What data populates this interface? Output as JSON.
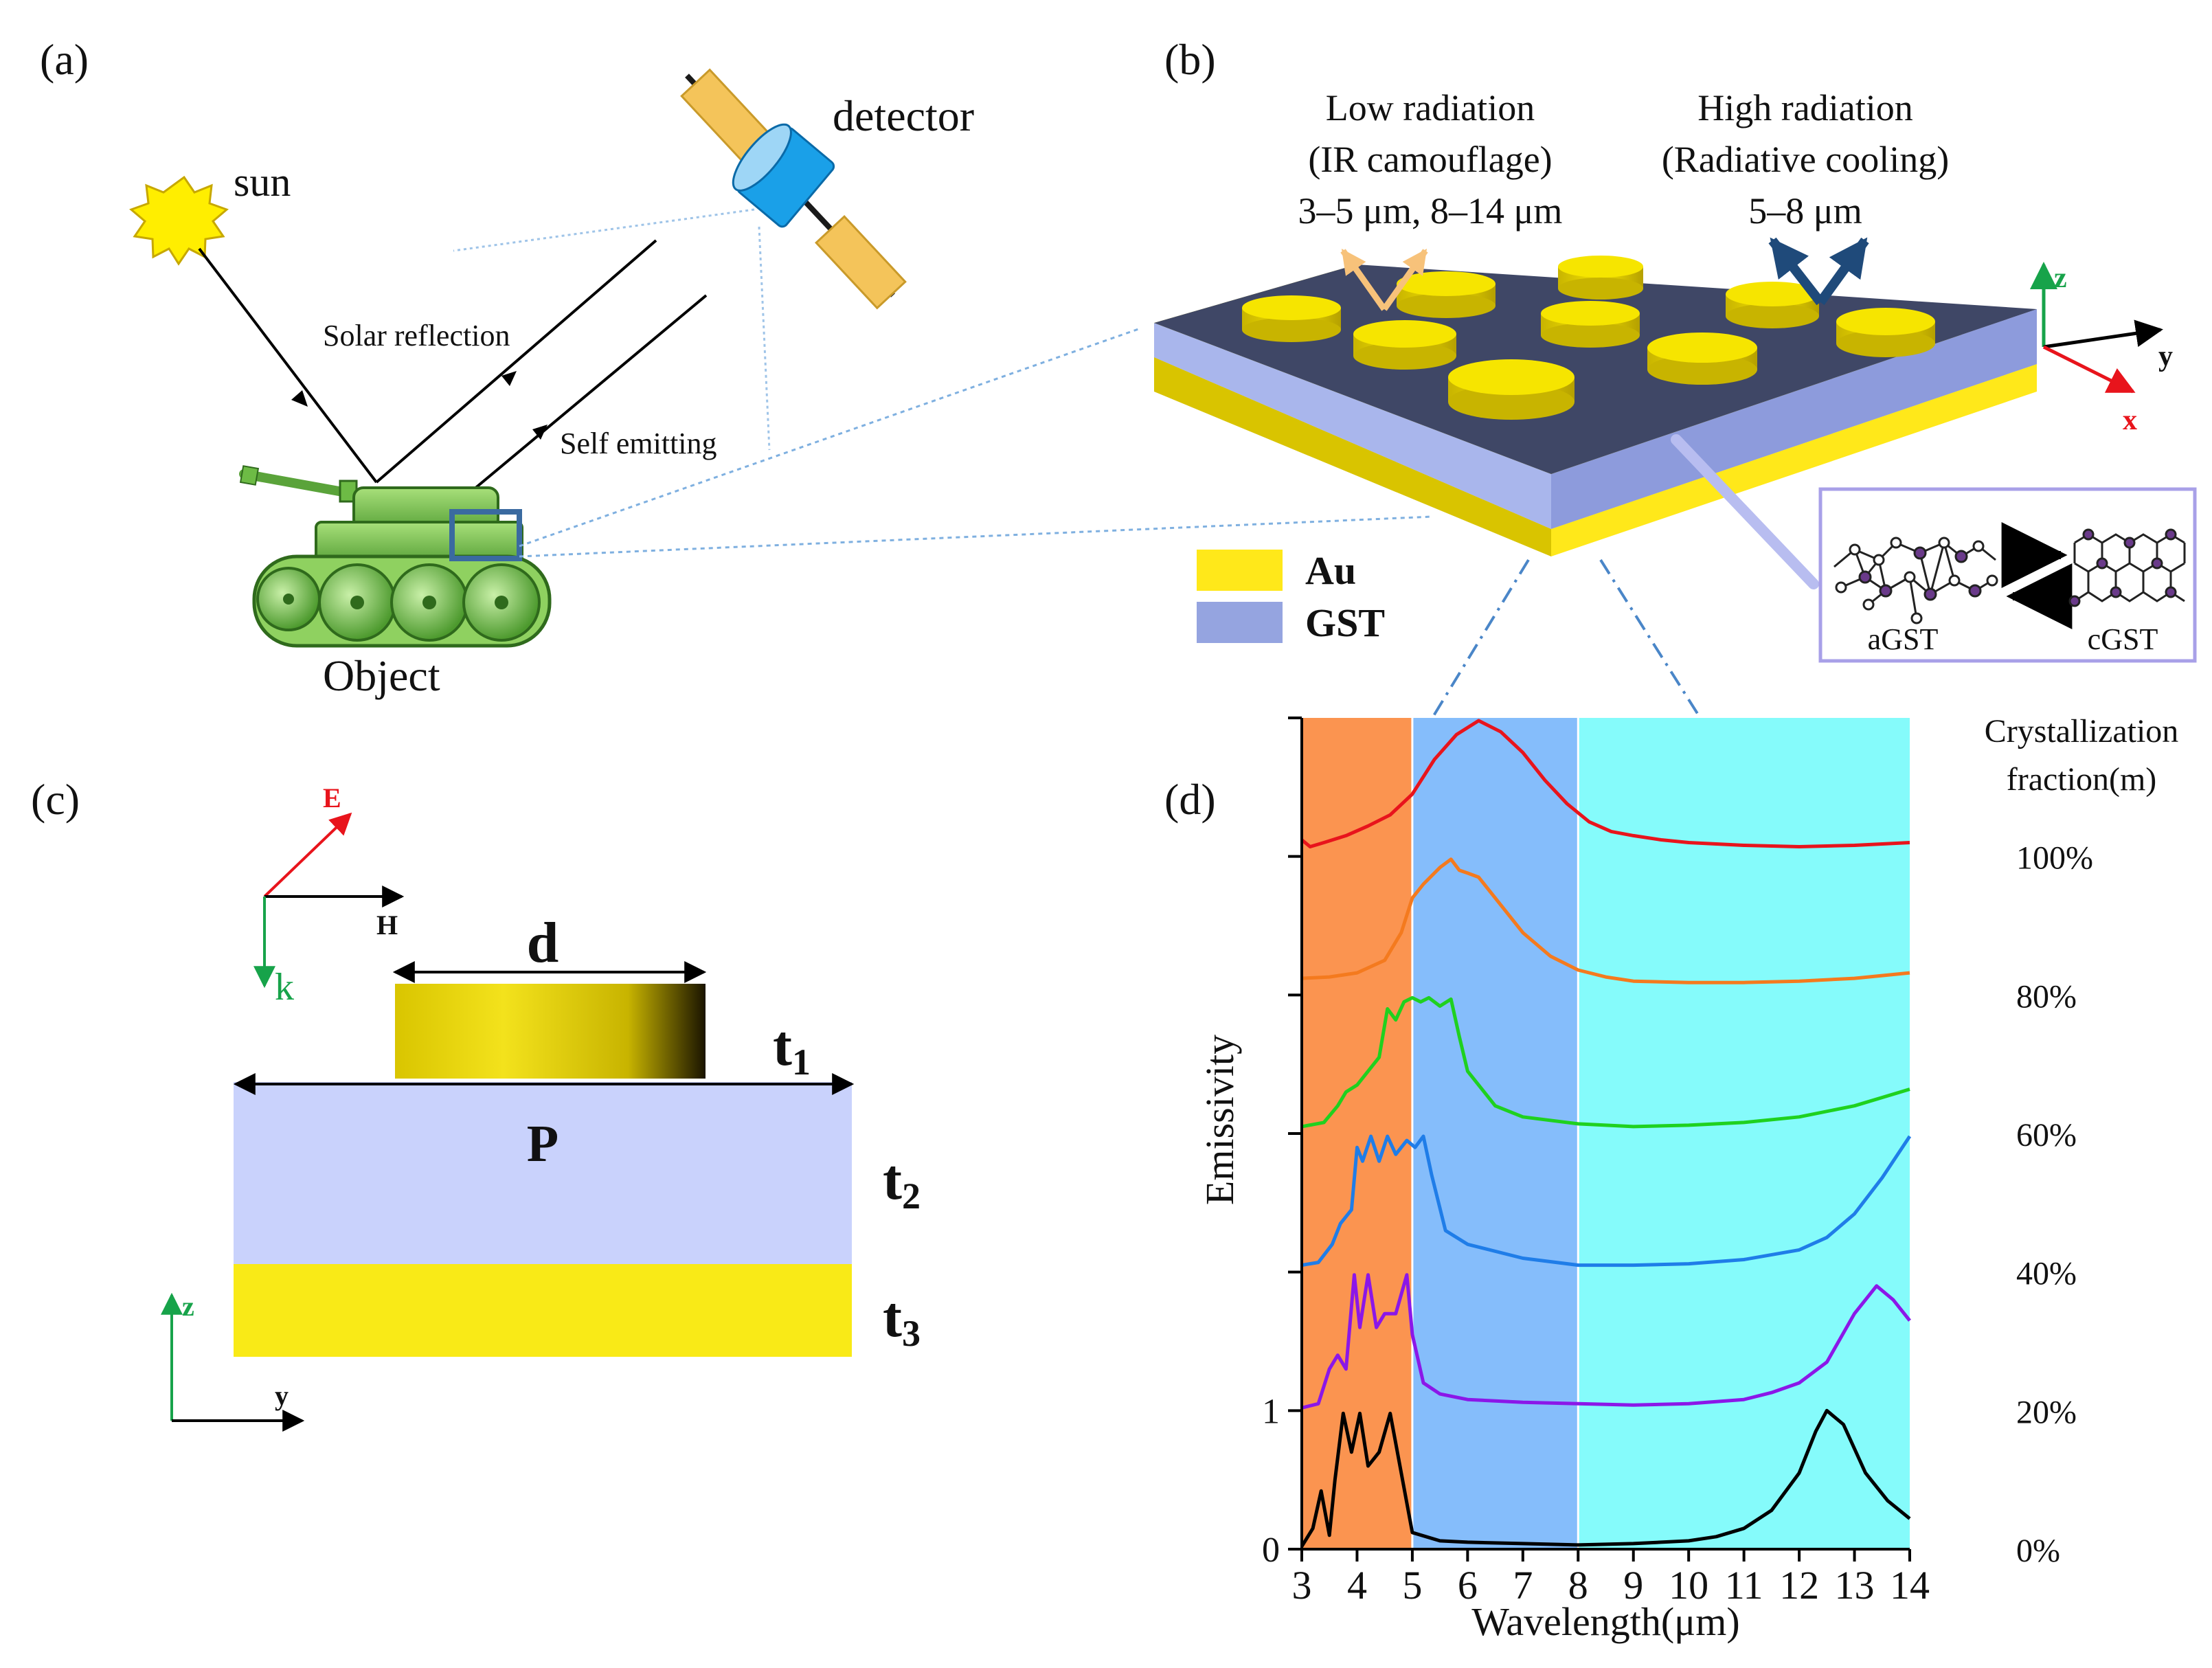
{
  "panel_a": {
    "label": "(a)",
    "sun": "sun",
    "detector": "detector",
    "solar_reflection": "Solar reflection",
    "self_emitting": "Self emitting",
    "object": "Object",
    "icons": [
      "sun-icon",
      "satellite-icon",
      "tank-icon"
    ]
  },
  "panel_b": {
    "label": "(b)",
    "low_radiation": [
      "Low radiation",
      "(IR camouflage)",
      "3–5 μm, 8–14 μm"
    ],
    "high_radiation": [
      "High radiation",
      "(Radiative cooling)",
      "5–8 μm"
    ],
    "legend": [
      {
        "name": "Au",
        "color": "#ffe81a"
      },
      {
        "name": "GST",
        "color": "#95a4e0"
      }
    ],
    "axes": {
      "z": "z",
      "y": "y",
      "x": "x"
    },
    "phase": {
      "left": "aGST",
      "right": "cGST"
    }
  },
  "panel_c": {
    "label": "(c)",
    "E": "E",
    "H": "H",
    "k": "k",
    "d": "d",
    "P": "P",
    "t1": "t",
    "t1_sub": "1",
    "t2": "t",
    "t2_sub": "2",
    "t3": "t",
    "t3_sub": "3",
    "axes": {
      "z": "z",
      "y": "y"
    }
  },
  "panel_d": {
    "label": "(d)",
    "legend_title": [
      "Crystallization",
      "fraction(m)"
    ],
    "fractions": [
      "100%",
      "80%",
      "60%",
      "40%",
      "20%",
      "0%"
    ],
    "colors": {
      "100%": "#e8141c",
      "80%": "#f47a1e",
      "60%": "#1fd11f",
      "40%": "#1f7de8",
      "20%": "#8b17e8",
      "0%": "#000000"
    },
    "bands": [
      {
        "from": 3,
        "to": 5,
        "color": "#fb9450"
      },
      {
        "from": 5,
        "to": 8,
        "color": "#85bdfb"
      },
      {
        "from": 8,
        "to": 14,
        "color": "#85fbfb"
      }
    ]
  },
  "chart_data": {
    "type": "line",
    "xlabel": "Wavelength(μm)",
    "ylabel": "Emissivity",
    "xlim": [
      3,
      14
    ],
    "ytick_labels": [
      "0",
      "1"
    ],
    "xticks": [
      3,
      4,
      5,
      6,
      7,
      8,
      9,
      10,
      11,
      12,
      13,
      14
    ],
    "offset_step": 1,
    "series": [
      {
        "name": "0%",
        "offset": 0,
        "x": [
          3,
          3.2,
          3.35,
          3.5,
          3.6,
          3.75,
          3.9,
          4.05,
          4.2,
          4.4,
          4.6,
          4.8,
          5,
          5.5,
          6,
          7,
          8,
          9,
          10,
          10.5,
          11,
          11.5,
          12,
          12.3,
          12.5,
          12.8,
          13.2,
          13.6,
          14
        ],
        "y": [
          0.02,
          0.15,
          0.42,
          0.1,
          0.5,
          0.98,
          0.7,
          0.98,
          0.6,
          0.7,
          0.98,
          0.55,
          0.12,
          0.06,
          0.05,
          0.04,
          0.03,
          0.04,
          0.06,
          0.09,
          0.15,
          0.28,
          0.55,
          0.85,
          1.0,
          0.9,
          0.55,
          0.35,
          0.22
        ]
      },
      {
        "name": "20%",
        "offset": 1,
        "x": [
          3,
          3.3,
          3.5,
          3.65,
          3.8,
          3.95,
          4.05,
          4.2,
          4.35,
          4.5,
          4.7,
          4.9,
          5,
          5.2,
          5.5,
          6,
          7,
          8,
          9,
          10,
          11,
          11.5,
          12,
          12.5,
          13,
          13.4,
          13.7,
          14
        ],
        "y": [
          0.02,
          0.05,
          0.3,
          0.4,
          0.3,
          0.98,
          0.6,
          0.98,
          0.6,
          0.7,
          0.7,
          0.98,
          0.55,
          0.2,
          0.12,
          0.08,
          0.06,
          0.05,
          0.04,
          0.05,
          0.08,
          0.13,
          0.2,
          0.35,
          0.7,
          0.9,
          0.8,
          0.65
        ]
      },
      {
        "name": "40%",
        "offset": 2,
        "x": [
          3,
          3.3,
          3.55,
          3.7,
          3.9,
          4,
          4.1,
          4.25,
          4.4,
          4.55,
          4.7,
          4.9,
          5.05,
          5.2,
          5.35,
          5.6,
          6,
          7,
          8,
          9,
          10,
          11,
          12,
          12.5,
          13,
          13.5,
          14
        ],
        "y": [
          0.05,
          0.07,
          0.2,
          0.35,
          0.45,
          0.9,
          0.8,
          0.98,
          0.8,
          0.98,
          0.85,
          0.95,
          0.9,
          0.98,
          0.7,
          0.3,
          0.2,
          0.1,
          0.05,
          0.05,
          0.06,
          0.09,
          0.16,
          0.25,
          0.42,
          0.68,
          0.98
        ]
      },
      {
        "name": "60%",
        "offset": 3,
        "x": [
          3,
          3.4,
          3.65,
          3.8,
          4,
          4.2,
          4.4,
          4.55,
          4.7,
          4.85,
          5,
          5.15,
          5.3,
          5.5,
          5.7,
          5.85,
          6,
          6.5,
          7,
          8,
          9,
          10,
          11,
          12,
          13,
          14
        ],
        "y": [
          0.05,
          0.08,
          0.2,
          0.3,
          0.35,
          0.45,
          0.55,
          0.9,
          0.82,
          0.95,
          0.98,
          0.95,
          0.98,
          0.92,
          0.97,
          0.7,
          0.45,
          0.2,
          0.12,
          0.07,
          0.05,
          0.06,
          0.08,
          0.12,
          0.2,
          0.32
        ]
      },
      {
        "name": "80%",
        "offset": 4,
        "x": [
          3,
          3.5,
          4,
          4.5,
          4.8,
          5,
          5.2,
          5.5,
          5.7,
          5.85,
          6,
          6.2,
          6.5,
          7,
          7.5,
          8,
          8.5,
          9,
          10,
          11,
          12,
          13,
          14
        ],
        "y": [
          0.12,
          0.13,
          0.16,
          0.25,
          0.45,
          0.7,
          0.8,
          0.92,
          0.98,
          0.9,
          0.88,
          0.85,
          0.7,
          0.45,
          0.28,
          0.18,
          0.13,
          0.1,
          0.09,
          0.09,
          0.1,
          0.12,
          0.16
        ]
      },
      {
        "name": "100%",
        "offset": 5,
        "x": [
          3,
          3.15,
          3.4,
          3.8,
          4.2,
          4.6,
          5,
          5.4,
          5.8,
          6.2,
          6.6,
          7,
          7.4,
          7.8,
          8.2,
          8.6,
          9,
          9.5,
          10,
          11,
          12,
          13,
          14
        ],
        "y": [
          0.12,
          0.07,
          0.1,
          0.15,
          0.22,
          0.3,
          0.45,
          0.7,
          0.88,
          0.98,
          0.9,
          0.75,
          0.55,
          0.38,
          0.25,
          0.18,
          0.15,
          0.12,
          0.1,
          0.08,
          0.07,
          0.08,
          0.1
        ]
      }
    ]
  }
}
